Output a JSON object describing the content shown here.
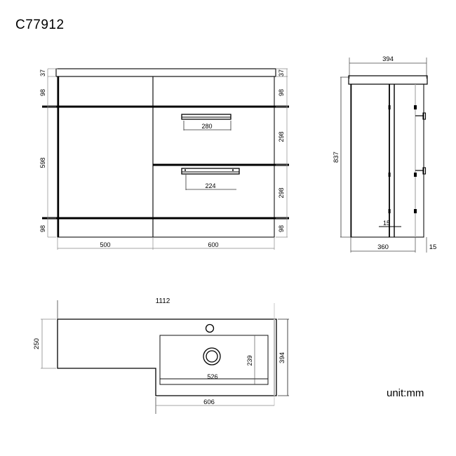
{
  "drawing": {
    "title": "C77912",
    "unit_label": "unit:mm"
  },
  "front_view": {
    "name": "front-elevation",
    "left_dimensions": [
      "37",
      "98",
      "598",
      "98"
    ],
    "right_dimensions": [
      "37",
      "98",
      "298",
      "298",
      "98"
    ],
    "bottom_dimensions": [
      "500",
      "600"
    ],
    "handle_dimensions": [
      "280",
      "224"
    ]
  },
  "side_view": {
    "name": "side-elevation",
    "top_dimension": "394",
    "left_dimension": "837",
    "inner_dimension": "15",
    "bottom_dimensions": [
      "360",
      "15"
    ]
  },
  "plan_view": {
    "name": "top-plan",
    "top_dimension": "1112",
    "left_dimension": "250",
    "right_dimension": "394",
    "basin_depth": "239",
    "basin_width": "526",
    "bottom_dimension": "606"
  },
  "colors": {
    "line": "#000000",
    "thin_line": "#1a1a1a",
    "dim_line": "#808080",
    "background": "#ffffff"
  }
}
